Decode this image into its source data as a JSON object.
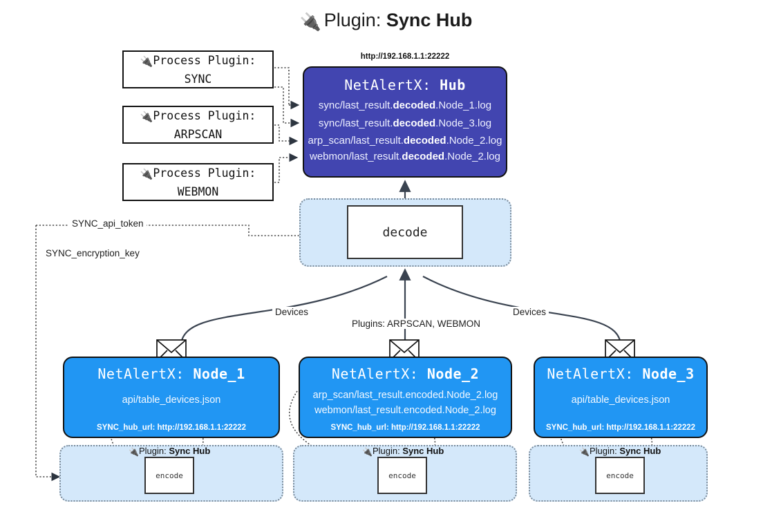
{
  "title": {
    "icon": "electric-plug-icon",
    "glyph": "🔌",
    "prefix": "Plugin:",
    "name": "Sync Hub"
  },
  "process_plugins": [
    {
      "line1": "Process Plugin:",
      "line2": "SYNC",
      "icon": "electric-plug-icon"
    },
    {
      "line1": "Process Plugin:",
      "line2": "ARPSCAN",
      "icon": "electric-plug-icon"
    },
    {
      "line1": "Process Plugin:",
      "line2": "WEBMON",
      "icon": "electric-plug-icon"
    }
  ],
  "hub": {
    "url": "http://192.168.1.1:22222",
    "title_prefix": "NetAlertX:",
    "title_name": "Hub",
    "logs": [
      {
        "pre": "sync/last_result.",
        "mid": "decoded",
        "post": ".Node_1.log"
      },
      {
        "pre": "sync/last_result.",
        "mid": "decoded",
        "post": ".Node_3.log"
      },
      {
        "pre": "arp_scan/last_result.",
        "mid": "decoded",
        "post": ".Node_2.log"
      },
      {
        "pre": "webmon/last_result.",
        "mid": "decoded",
        "post": ".Node_2.log"
      }
    ]
  },
  "decode": {
    "label": "decode"
  },
  "secrets": [
    {
      "label": "SYNC_api_token"
    },
    {
      "label": "SYNC_encryption_key"
    }
  ],
  "edge_labels": {
    "left_devices": "Devices",
    "right_devices": "Devices",
    "center_plugins": "Plugins: ARPSCAN, WEBMON"
  },
  "nodes": [
    {
      "title_prefix": "NetAlertX:",
      "title_name": "Node_1",
      "lines": [
        "api/table_devices.json"
      ],
      "footer": "SYNC_hub_url: http://192.168.1.1:22222",
      "encode": {
        "label": "encode",
        "plugin_prefix": "Plugin:",
        "plugin_name": "Sync Hub",
        "icon": "electric-plug-icon"
      }
    },
    {
      "title_prefix": "NetAlertX:",
      "title_name": "Node_2",
      "lines": [
        "arp_scan/last_result.encoded.Node_2.log",
        "webmon/last_result.encoded.Node_2.log"
      ],
      "footer": "SYNC_hub_url: http://192.168.1.1:22222",
      "encode": {
        "label": "encode",
        "plugin_prefix": "Plugin:",
        "plugin_name": "Sync Hub",
        "icon": "electric-plug-icon"
      }
    },
    {
      "title_prefix": "NetAlertX:",
      "title_name": "Node_3",
      "lines": [
        "api/table_devices.json"
      ],
      "footer": "SYNC_hub_url: http://192.168.1.1:22222",
      "encode": {
        "label": "encode",
        "plugin_prefix": "Plugin:",
        "plugin_name": "Sync Hub",
        "icon": "electric-plug-icon"
      }
    }
  ],
  "colors": {
    "hub_fill": "#4245b0",
    "node_fill": "#2196f3",
    "band_fill": "#d4e8fa",
    "stroke": "#111111",
    "dotted_stroke": "#7a8a99"
  }
}
